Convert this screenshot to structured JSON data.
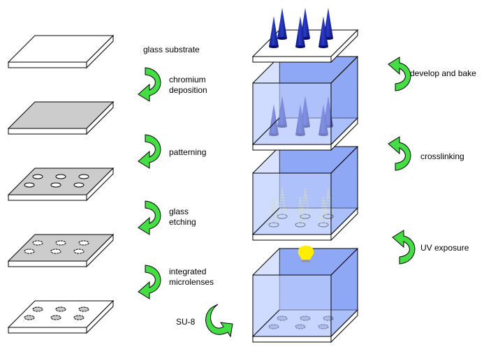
{
  "diagram": {
    "title": "Fabrication of SU-8 microneedles using integrated microlenses",
    "left_column": {
      "stages": [
        {
          "id": "glass-substrate",
          "surface": "clear",
          "holes": "none"
        },
        {
          "id": "chromium-coated",
          "surface": "chromium",
          "holes": "none"
        },
        {
          "id": "patterned",
          "surface": "chromium",
          "holes": "open"
        },
        {
          "id": "etched",
          "surface": "chromium",
          "holes": "etched"
        },
        {
          "id": "microlenses",
          "surface": "clear",
          "holes": "lenses"
        }
      ],
      "steps": [
        {
          "label_lines": [
            "glass substrate"
          ],
          "arrow": false
        },
        {
          "label_lines": [
            "chromium",
            "deposition"
          ],
          "arrow": true
        },
        {
          "label_lines": [
            "patterning"
          ],
          "arrow": true
        },
        {
          "label_lines": [
            "glass",
            "etching"
          ],
          "arrow": true
        },
        {
          "label_lines": [
            "integrated",
            "microlenses"
          ],
          "arrow": true
        }
      ]
    },
    "transition": {
      "label": "SU-8"
    },
    "right_column": {
      "stages": [
        {
          "id": "su8-coated",
          "content": "lenses"
        },
        {
          "id": "uv-exposed",
          "content": "light-cones"
        },
        {
          "id": "crosslinked",
          "content": "needles-in-resist"
        },
        {
          "id": "final-needles",
          "content": "needles"
        }
      ],
      "steps": [
        {
          "label": "UV exposure"
        },
        {
          "label": "crosslinking"
        },
        {
          "label": "develop and bake"
        }
      ]
    },
    "colors": {
      "arrow_fill": "#44dd44",
      "chromium": "#cccccc",
      "resist_light": "#c8d6ff",
      "resist_back": "#8ea8f5",
      "needle": "#1c28a8",
      "light_beam": "#e8e860",
      "bulb": "#ffee00"
    }
  }
}
